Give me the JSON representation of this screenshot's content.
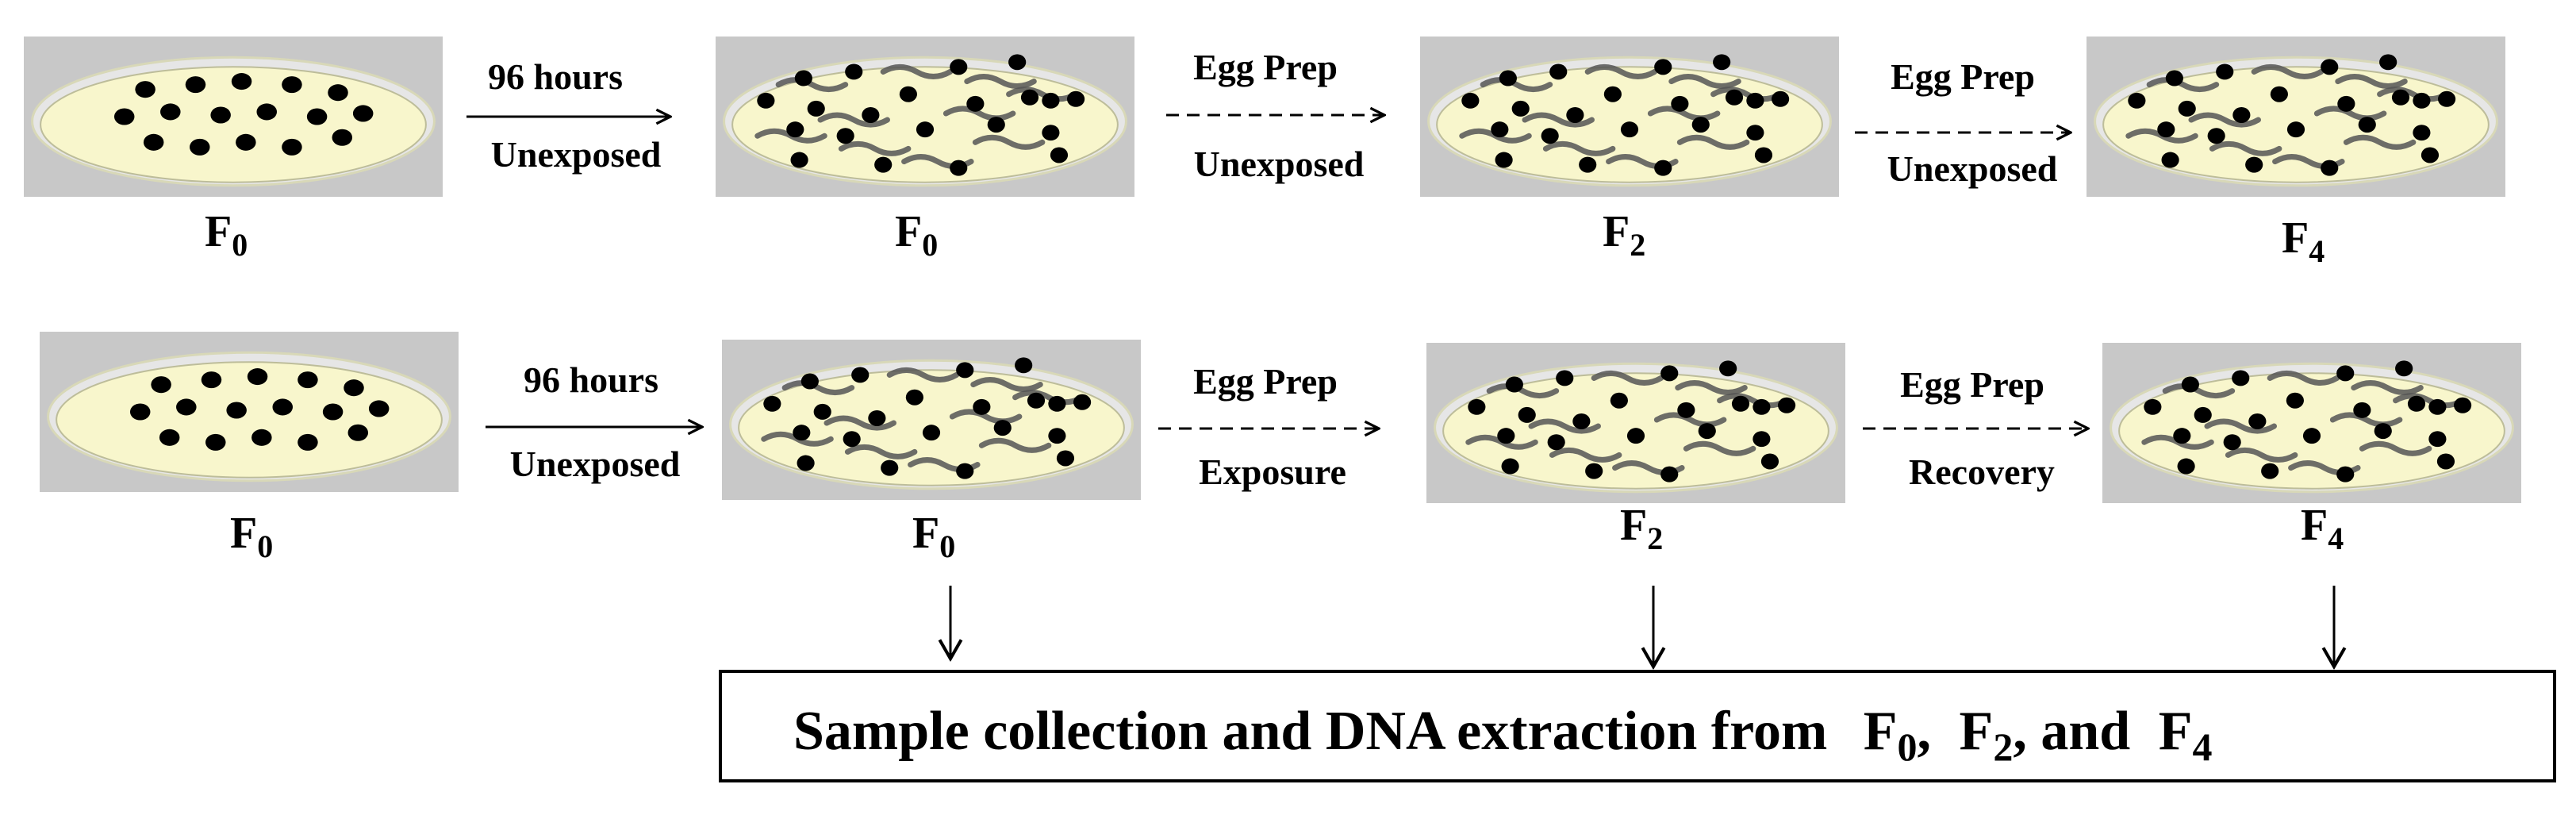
{
  "row1": {
    "dishes": [
      {
        "label": "F",
        "sub": "0",
        "stage": "eggs"
      },
      {
        "label": "F",
        "sub": "0",
        "stage": "worms"
      },
      {
        "label": "F",
        "sub": "2",
        "stage": "worms"
      },
      {
        "label": "F",
        "sub": "4",
        "stage": "worms"
      }
    ],
    "arrows": [
      {
        "top": "96 hours",
        "bottom": "Unexposed",
        "style": "solid"
      },
      {
        "top": "Egg Prep",
        "bottom": "Unexposed",
        "style": "dashed"
      },
      {
        "top": "Egg Prep",
        "bottom": "Unexposed",
        "style": "dashed"
      }
    ]
  },
  "row2": {
    "dishes": [
      {
        "label": "F",
        "sub": "0",
        "stage": "eggs"
      },
      {
        "label": "F",
        "sub": "0",
        "stage": "worms"
      },
      {
        "label": "F",
        "sub": "2",
        "stage": "worms"
      },
      {
        "label": "F",
        "sub": "4",
        "stage": "worms"
      }
    ],
    "arrows": [
      {
        "top": "96 hours",
        "bottom": "Unexposed",
        "style": "solid"
      },
      {
        "top": "Egg Prep",
        "bottom": "Exposure",
        "style": "dashed"
      },
      {
        "top": "Egg Prep",
        "bottom": "Recovery",
        "style": "dashed"
      }
    ]
  },
  "sample_box": {
    "text": "Sample  collection  and  DNA  extraction  from",
    "f0": "F",
    "f0_sub": "0",
    "sep1": ",",
    "f2": "F",
    "f2_sub": "2",
    "sep2": ", and",
    "f4": "F",
    "f4_sub": "4"
  },
  "colors": {
    "tray": "#c8c8c8",
    "dish_fill": "#f8f6cc",
    "dish_rim": "#d8d8b8",
    "egg": "#000000",
    "worm": "#555555"
  }
}
